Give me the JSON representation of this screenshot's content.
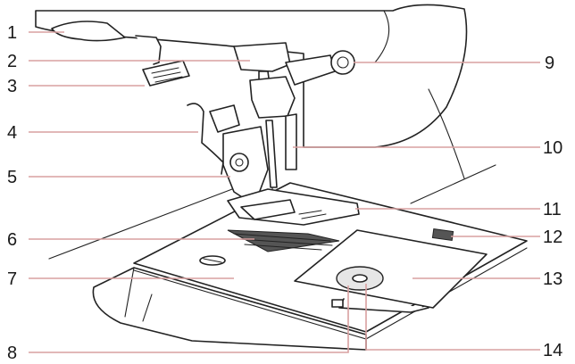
{
  "labels": {
    "l1": "1",
    "l2": "2",
    "l3": "3",
    "l4": "4",
    "l5": "5",
    "l6": "6",
    "l7": "7",
    "l8": "8",
    "l9": "9",
    "l10": "10",
    "l11": "11",
    "l12": "12",
    "l13": "13",
    "l14": "14"
  },
  "colors": {
    "leader_line": "#d9a0a0",
    "outline": "#222222"
  }
}
